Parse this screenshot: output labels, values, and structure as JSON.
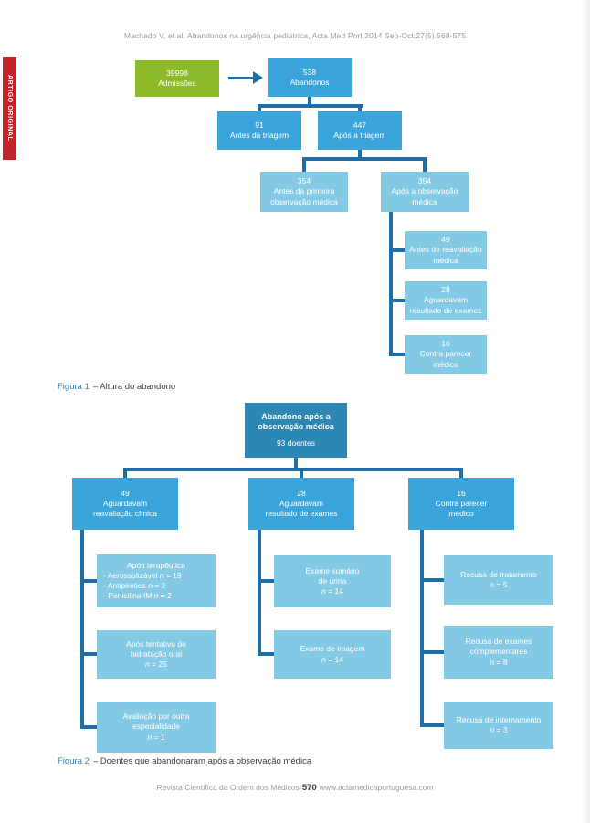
{
  "header": {
    "citation": "Machado V, et al. Abandonos na urgência pediátrica, Acta Med Port 2014 Sep-Oct;27(5):568-575"
  },
  "sidebar": {
    "label": "ARTIGO ORIGINAL"
  },
  "colors": {
    "green_box": "#8cba29",
    "blue_box": "#3aa5da",
    "light_blue_box": "#84c9e3",
    "teal_box": "#2c87b2",
    "connector_line": "#1e6fa7",
    "caption_blue": "#2d80be",
    "banner_red": "#c2242c"
  },
  "figura1": {
    "caption": {
      "label": "Figura 1",
      "text": "– Altura do abandono"
    },
    "admissions": {
      "value": "39998",
      "label": "Admissões"
    },
    "abandonments": {
      "value": "538",
      "label": "Abandonos"
    },
    "before_triage": {
      "value": "91",
      "label": "Antes da triagem"
    },
    "after_triage": {
      "value": "447",
      "label": "Após a triagem"
    },
    "before_first_observation": {
      "value": "354",
      "label": "Antes da primeira\nobservação médica"
    },
    "after_observation": {
      "value": "354",
      "label": "Após a observação\nmédica"
    },
    "before_reassessment": {
      "value": "49",
      "label": "Antes de reavaliação\nmédica"
    },
    "awaiting_results": {
      "value": "28",
      "label": "Aguardavam\nresultado de exames"
    },
    "against_advice": {
      "value": "16",
      "label": "Contra parecer\nmédico"
    }
  },
  "figura2": {
    "caption": {
      "label": "Figura 2",
      "text": "– Doentes que abandonaram após a observação médica"
    },
    "root": {
      "title": "Abandono após a\nobservação médica",
      "subtitle": "93 doentes"
    },
    "branch1": {
      "value": "49",
      "label": "Aguardavam\nreavaliação clínica"
    },
    "branch2": {
      "value": "28",
      "label": "Aguardavam\nresultado de exames"
    },
    "branch3": {
      "value": "16",
      "label": "Contra parecer\nmédico"
    },
    "sub1a": {
      "title": "Após terapêutica",
      "items": "- Aerossolizável n = 19\n- Antipirética n = 2\n- Penicilina IM n = 2"
    },
    "sub1b": {
      "text": "Após tentativa de\nhidratação oral",
      "n": "n = 25"
    },
    "sub1c": {
      "text": "Avaliação por outra\nespecialidade",
      "n": "n = 1"
    },
    "sub2a": {
      "text": "Exame sumário\nde urina",
      "n": "n = 14"
    },
    "sub2b": {
      "text": "Exame de imagem",
      "n": "n = 14"
    },
    "sub3a": {
      "text": "Recusa de tratamento",
      "n": "n = 5"
    },
    "sub3b": {
      "text": "Recusa de exames\ncomplementares",
      "n": "n = 8"
    },
    "sub3c": {
      "text": "Recusa de internamento",
      "n": "n = 3"
    }
  },
  "footer": {
    "journal": "Revista Científica da Ordem dos Médicos",
    "page_number": "570",
    "website": "www.actamedicaportuguesa.com"
  }
}
